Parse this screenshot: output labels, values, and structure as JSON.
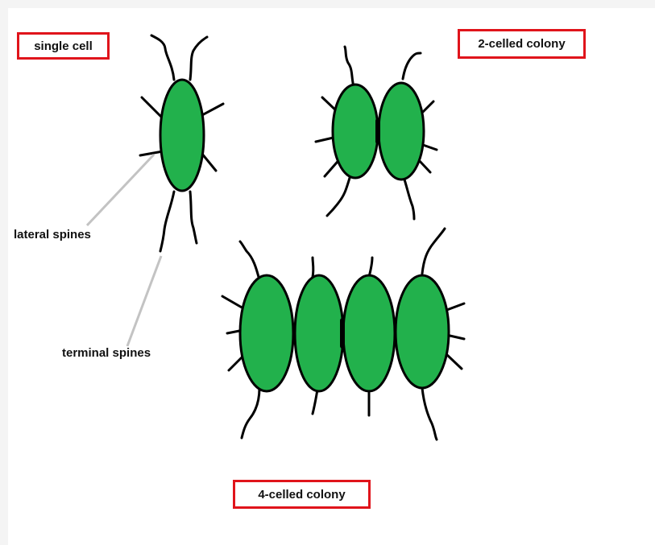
{
  "labels": {
    "single_cell": "single cell",
    "two_celled": "2-celled colony",
    "four_celled": "4-celled colony",
    "lateral_spines": "lateral spines",
    "terminal_spines": "terminal spines"
  },
  "colors": {
    "cell_fill": "#22b14c",
    "outline": "#000000",
    "label_border": "#e0141b",
    "pointer_line": "#c3c3c3"
  }
}
